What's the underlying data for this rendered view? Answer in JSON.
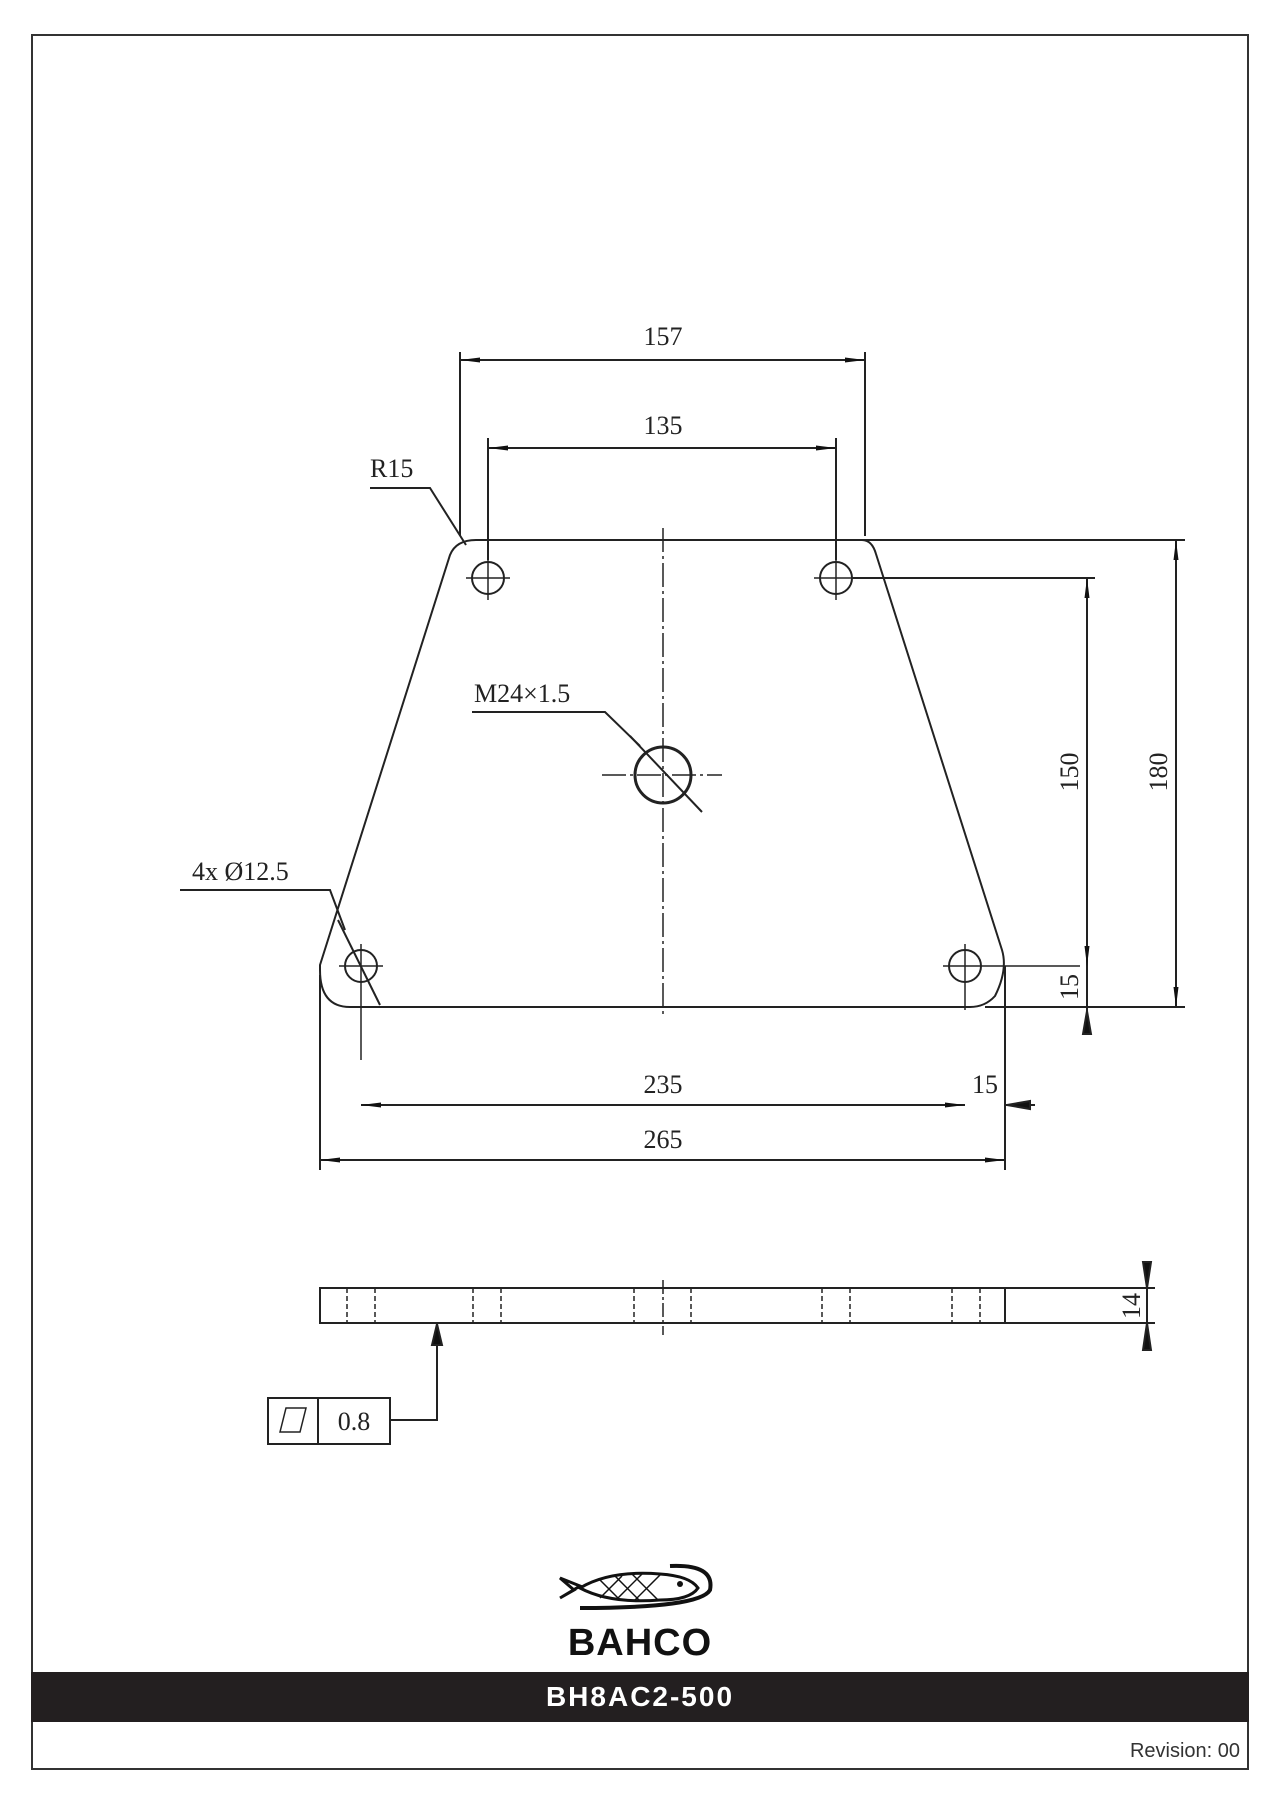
{
  "drawing": {
    "part_number": "BH8AC2-500",
    "revision_label": "Revision: 00",
    "brand": "BAHCO",
    "brand_logo_icon": "fish-logo-icon",
    "plan_view": {
      "dimensions": {
        "top_outer_width": "157",
        "top_hole_spacing": "135",
        "corner_radius": "R15",
        "center_thread": "M24×1.5",
        "holes": "4x Ø12.5",
        "hole_vertical_spacing": "150",
        "overall_height": "180",
        "edge_offset_vertical": "15",
        "bottom_hole_spacing": "235",
        "edge_offset_horizontal": "15",
        "overall_width": "265"
      }
    },
    "side_view": {
      "thickness": "14",
      "flatness_tolerance": {
        "symbol_icon": "flatness-icon",
        "value": "0.8"
      }
    }
  },
  "colors": {
    "line": "#222222",
    "title_bar_bg": "#231f20",
    "title_bar_text": "#ffffff"
  }
}
